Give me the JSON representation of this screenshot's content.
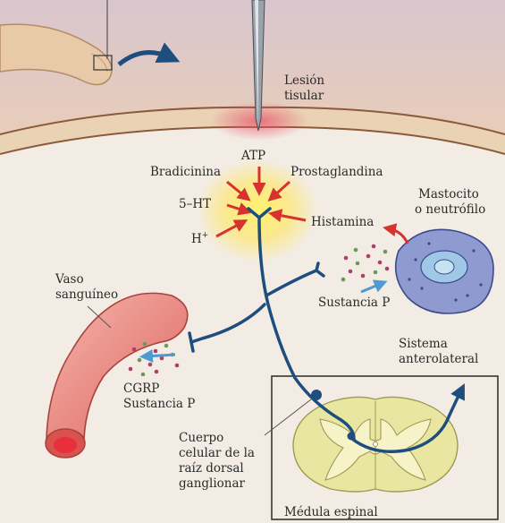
{
  "labels": {
    "injury": [
      "Lesión",
      "tisular"
    ],
    "atp": "ATP",
    "bradykinin": "Bradicinina",
    "prostaglandin": "Prostaglandina",
    "serotonin": "5–HT",
    "proton": "H",
    "proton_sup": "+",
    "histamine": "Histamina",
    "mast_cell": [
      "Mastocito",
      "o neutrófilo"
    ],
    "substance_p": "Sustancia P",
    "vessel": [
      "Vaso",
      "sanguíneo"
    ],
    "cgrp": [
      "CGRP",
      "Sustancia P"
    ],
    "anterolateral": [
      "Sistema",
      "anterolateral"
    ],
    "drg": [
      "Cuerpo",
      "celular de la",
      "raíz dorsal",
      "ganglionar"
    ],
    "spinal_cord": "Médula espinal"
  },
  "colors": {
    "background": "#f3ece4",
    "skin": "#ead3b5",
    "skin_border": "#8a5a3a",
    "nerve": "#1d4e7e",
    "red_arrow": "#d8322f",
    "blue_arrow": "#4f9ad2",
    "glow": "#ffe65a",
    "vessel": "#e6857e",
    "mast_cell": "#8f9bd0",
    "spinal_cord": "#e8e6a0",
    "spinal_gray": "#f7f3c9",
    "dots_red": "#b43c6a",
    "dots_green": "#6a9a5a"
  }
}
